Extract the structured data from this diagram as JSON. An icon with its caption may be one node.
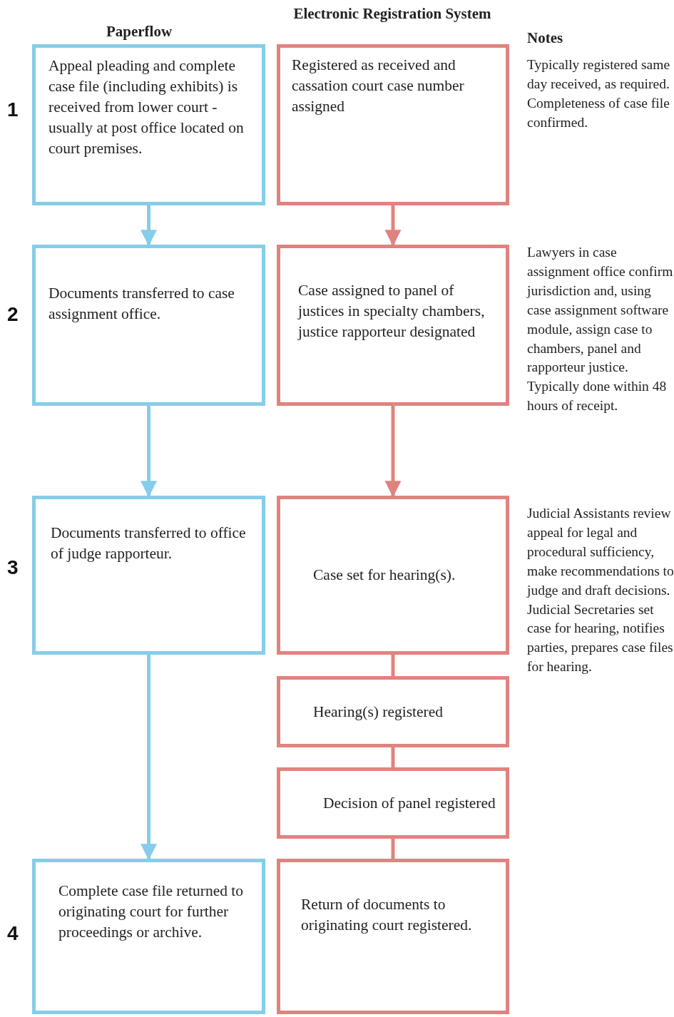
{
  "diagram": {
    "nodes": [
      {
        "text": [
          "Appeal pleading and complete case file (including exhibits) is received from lower court - usually at post office located on court premises."
        ]
      },
      {
        "text": [
          "Documents transferred to case assignment office."
        ]
      },
      {
        "text": [
          "Documents transferred to office of judge rapporteur."
        ]
      },
      {
        "text": [
          "Complete case file returned to originating court for further proceedings or archive."
        ]
      },
      {
        "text": [
          "Registered as received and cassation court case number assigned"
        ]
      },
      {
        "text": [
          "Case assigned to panel of justices in specialty chambers, justice rapporteur designated"
        ]
      },
      {
        "text": [
          "Case set for hearing(s)."
        ]
      },
      {
        "text": [
          "Hearing(s) registered"
        ]
      },
      {
        "text": [
          "Decision of panel registered"
        ]
      },
      {
        "text": [
          "Return of documents to originating court registered."
        ]
      }
    ],
    "edges": [
      {
        "from": 0,
        "to": 1,
        "arrow": "to",
        "color": "#86cde9"
      },
      {
        "from": 1,
        "to": 2,
        "arrow": "to",
        "color": "#86cde9"
      },
      {
        "from": 2,
        "to": 3,
        "arrow": "to",
        "color": "#86cde9"
      },
      {
        "from": 4,
        "to": 5,
        "arrow": "to"
      },
      {
        "from": 5,
        "to": 6,
        "arrow": "to"
      },
      {
        "from": 6,
        "to": 7,
        "arrow": "none"
      },
      {
        "from": 7,
        "to": 8,
        "arrow": "none"
      },
      {
        "from": 8,
        "to": 9,
        "arrow": "none"
      }
    ],
    "labels": [
      "Electronic Registration System",
      "Paperflow",
      "Notes",
      "1",
      "Typically registered same day received, as required. Completeness of case file confirmed.",
      "2",
      "Lawyers in case assignment office confirm jurisdiction and, using case assignment software module, assign case to chambers, panel and rapporteur justice.  Typically done within 48 hours of receipt.",
      "3",
      "Judicial Assistants review appeal for legal and procedural sufficiency, make recommendations to judge and draft decisions.  Judicial Secretaries set case for hearing, notifies parties, prepares case files for hearing.",
      "4"
    ]
  }
}
